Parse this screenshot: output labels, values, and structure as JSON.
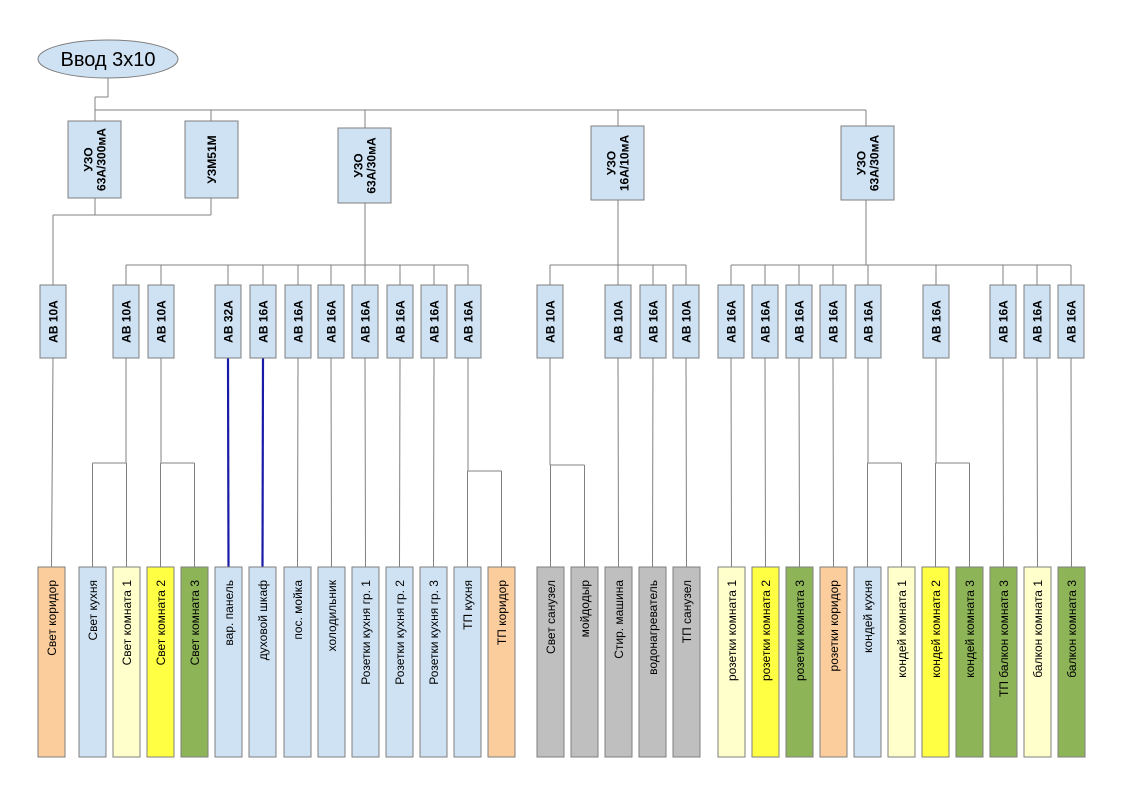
{
  "colors": {
    "device_fill": "#cfe2f3",
    "blue": "#cfe2f3",
    "orange": "#fbcc9c",
    "cream": "#ffffcc",
    "yellow": "#ffff44",
    "green": "#8db457",
    "gray": "#bfbfbf",
    "blue_wire": "#1a1aa8"
  },
  "input": {
    "label": "Ввод 3х10"
  },
  "top_devices": [
    {
      "id": "uzo_main",
      "lines": [
        "УЗО",
        "63А/300мА"
      ]
    },
    {
      "id": "uzm",
      "lines": [
        "УЗМ51М"
      ]
    },
    {
      "id": "uzo_k",
      "lines": [
        "УЗО",
        "63А/30мА"
      ]
    },
    {
      "id": "uzo_s",
      "lines": [
        "УЗО",
        "16А/10мА"
      ]
    },
    {
      "id": "uzo_r",
      "lines": [
        "УЗО",
        "63А/30мА"
      ]
    }
  ],
  "breakers": [
    {
      "id": "b1",
      "label": "АВ 10А"
    },
    {
      "id": "b2",
      "label": "АВ 10А"
    },
    {
      "id": "b3",
      "label": "АВ 10А"
    },
    {
      "id": "b4",
      "label": "АВ 32А"
    },
    {
      "id": "b5",
      "label": "АВ 16А"
    },
    {
      "id": "b6",
      "label": "АВ 16А"
    },
    {
      "id": "b7",
      "label": "АВ 16А"
    },
    {
      "id": "b8",
      "label": "АВ 16А"
    },
    {
      "id": "b9",
      "label": "АВ 16А"
    },
    {
      "id": "b10",
      "label": "АВ 16А"
    },
    {
      "id": "b11",
      "label": "АВ 16А"
    },
    {
      "id": "b12",
      "label": "АВ 10А"
    },
    {
      "id": "b13",
      "label": "АВ 10А"
    },
    {
      "id": "b14",
      "label": "АВ 16А"
    },
    {
      "id": "b15",
      "label": "АВ 10А"
    },
    {
      "id": "b16",
      "label": "АВ 16А"
    },
    {
      "id": "b17",
      "label": "АВ 16А"
    },
    {
      "id": "b18",
      "label": "АВ 16А"
    },
    {
      "id": "b19",
      "label": "АВ 16А"
    },
    {
      "id": "b20",
      "label": "АВ 16А"
    },
    {
      "id": "b21",
      "label": "АВ 16А"
    },
    {
      "id": "b22",
      "label": "АВ 16А"
    },
    {
      "id": "b23",
      "label": "АВ 16А"
    },
    {
      "id": "b24",
      "label": "АВ 16А"
    }
  ],
  "loads": [
    {
      "label": "Свет коридор",
      "color": "orange"
    },
    {
      "label": "Свет кухня",
      "color": "blue"
    },
    {
      "label": "Свет комната 1",
      "color": "cream"
    },
    {
      "label": "Свет комната 2",
      "color": "yellow"
    },
    {
      "label": "Свет комната 3",
      "color": "green"
    },
    {
      "label": "вар. панель",
      "color": "blue"
    },
    {
      "label": "духовой шкаф",
      "color": "blue"
    },
    {
      "label": "пос. мойка",
      "color": "blue"
    },
    {
      "label": "холодильник",
      "color": "blue"
    },
    {
      "label": "Розетки кухня гр. 1",
      "color": "blue"
    },
    {
      "label": "Розетки кухня гр. 2",
      "color": "blue"
    },
    {
      "label": "Розетки кухня гр. 3",
      "color": "blue"
    },
    {
      "label": "ТП кухня",
      "color": "blue"
    },
    {
      "label": "ТП коридор",
      "color": "orange"
    },
    {
      "label": "Свет санузел",
      "color": "gray"
    },
    {
      "label": "мойдодыр",
      "color": "gray"
    },
    {
      "label": "Стир. машина",
      "color": "gray"
    },
    {
      "label": "водонагреватель",
      "color": "gray"
    },
    {
      "label": "ТП санузел",
      "color": "gray"
    },
    {
      "label": "розетки комната 1",
      "color": "cream"
    },
    {
      "label": "розетки комната 2",
      "color": "yellow"
    },
    {
      "label": "розетки комната 3",
      "color": "green"
    },
    {
      "label": "розетки коридор",
      "color": "orange"
    },
    {
      "label": "кондей кухня",
      "color": "blue"
    },
    {
      "label": "кондей комната 1",
      "color": "cream"
    },
    {
      "label": "кондей комната 2",
      "color": "yellow"
    },
    {
      "label": "кондей комната 3",
      "color": "green"
    },
    {
      "label": "ТП балкон комната 3",
      "color": "green"
    },
    {
      "label": "балкон комната 1",
      "color": "cream"
    },
    {
      "label": "балкон комната 3",
      "color": "green"
    }
  ]
}
